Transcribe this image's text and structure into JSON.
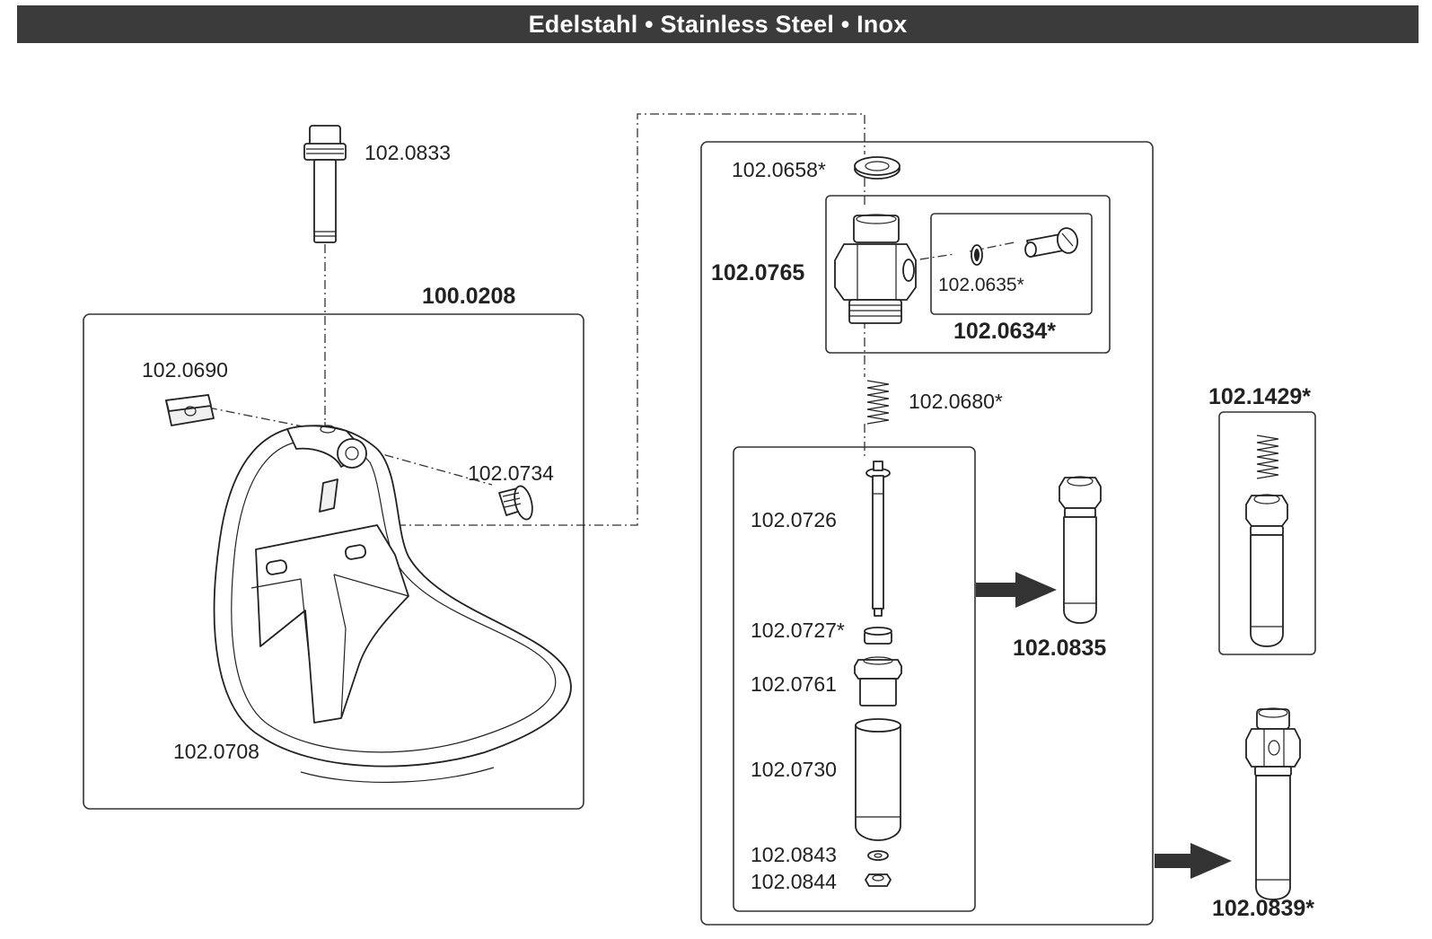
{
  "header": {
    "title": "Edelstahl • Stainless Steel • Inox"
  },
  "assembly_left": {
    "group_label": "100.0208",
    "parts": {
      "pipe": "102.0833",
      "clamp_plate": "102.0690",
      "screw": "102.0734",
      "bowl": "102.0708"
    }
  },
  "valve_assembly": {
    "nut": "102.0658*",
    "valve_body": "102.0765",
    "oring": "102.0635*",
    "screw_kit": "102.0634*",
    "spring": "102.0680*",
    "inner_parts": {
      "tappet": "102.0726",
      "ring": "102.0727*",
      "hex_nut": "102.0761",
      "sleeve": "102.0730",
      "washer": "102.0843",
      "nut_small": "102.0844"
    }
  },
  "variants": {
    "variant_a": "102.0835",
    "variant_b": "102.1429*",
    "variant_c": "102.0839*"
  }
}
